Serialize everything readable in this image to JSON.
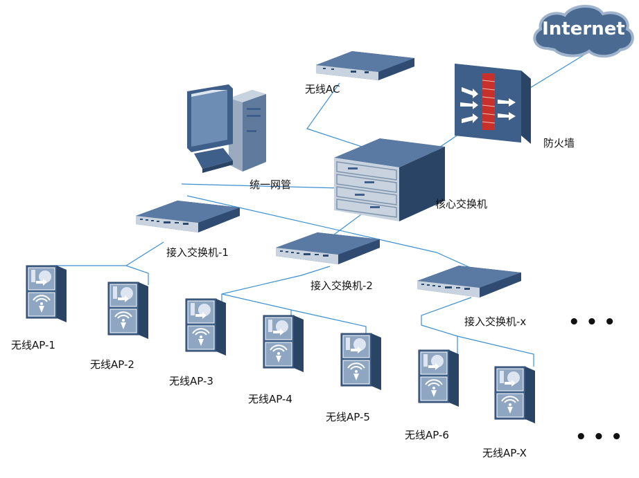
{
  "nodes": {
    "internet": {
      "label": "Internet"
    },
    "firewall": {
      "label": "防火墙"
    },
    "wireless_ac": {
      "label": "无线AC"
    },
    "core_switch": {
      "label": "核心交换机"
    },
    "management": {
      "label": "统一网管"
    },
    "access_switches": [
      {
        "label": "接入交换机-1"
      },
      {
        "label": "接入交换机-2"
      },
      {
        "label": "接入交换机-x"
      }
    ],
    "access_points": [
      {
        "label": "无线AP-1"
      },
      {
        "label": "无线AP-2"
      },
      {
        "label": "无线AP-3"
      },
      {
        "label": "无线AP-4"
      },
      {
        "label": "无线AP-5"
      },
      {
        "label": "无线AP-6"
      },
      {
        "label": "无线AP-X"
      }
    ],
    "ellipsis": "• • •"
  },
  "colors": {
    "link": "#3c8fd0",
    "device_body": "#3e5f8a",
    "device_dark": "#2a4466",
    "cloud": "#4a6a92"
  }
}
